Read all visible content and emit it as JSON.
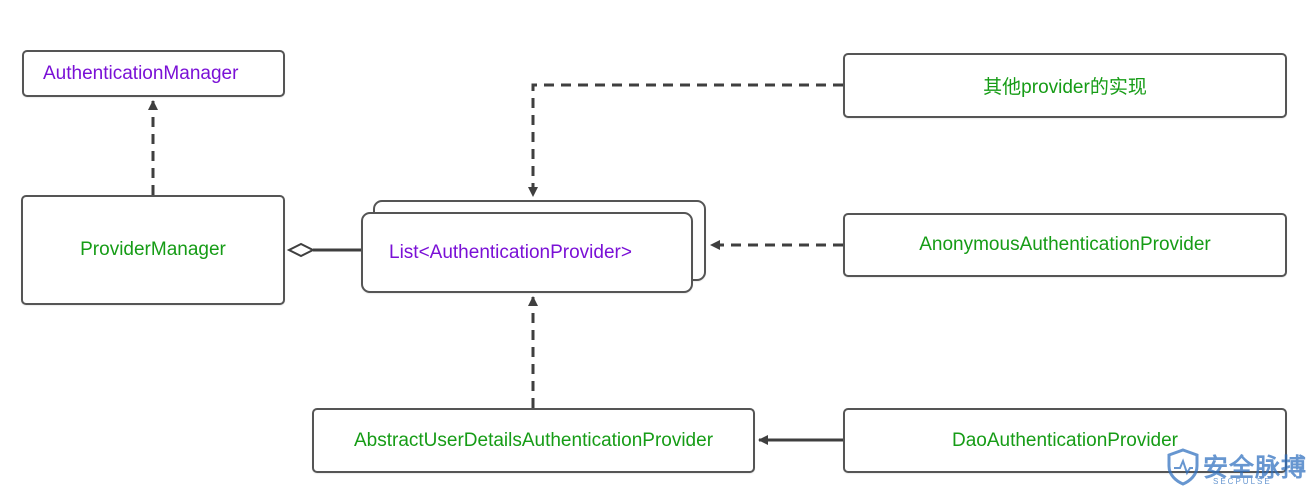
{
  "nodes": {
    "authentication_manager": "AuthenticationManager",
    "provider_manager": "ProviderManager",
    "list_provider": "List<AuthenticationProvider>",
    "other_provider": "其他provider的实现",
    "anonymous_provider": "AnonymousAuthenticationProvider",
    "abstract_provider": "AbstractUserDetailsAuthenticationProvider",
    "dao_provider": "DaoAuthenticationProvider"
  },
  "watermark": {
    "title": "安全脉搏",
    "subtitle": "SECPULSE"
  },
  "colors": {
    "purple": "#7a10d6",
    "green": "#169c16",
    "line": "#3f3f3f",
    "border": "#555555",
    "watermark": "#2d6fbf"
  }
}
